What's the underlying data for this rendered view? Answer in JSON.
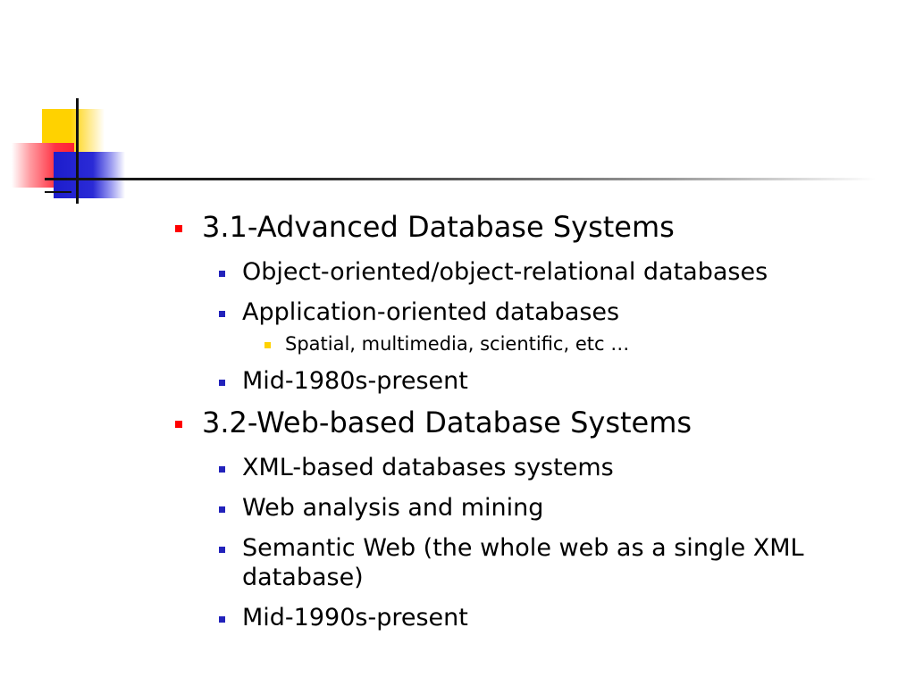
{
  "colors": {
    "level1_bullet": "#ff0000",
    "level2_bullet": "#2222bb",
    "level3_bullet": "#ffd200",
    "accent_yellow": "#ffd200",
    "accent_red": "#ff2233",
    "accent_blue": "#1d1dcc"
  },
  "sections": [
    {
      "title": "3.1-Advanced Database Systems",
      "items": [
        {
          "text": "Object-oriented/object-relational databases"
        },
        {
          "text": "Application-oriented databases",
          "subitems": [
            {
              "text": "Spatial, multimedia, scientific, etc …"
            }
          ]
        },
        {
          "text": "Mid-1980s-present"
        }
      ]
    },
    {
      "title": "3.2-Web-based Database Systems",
      "items": [
        {
          "text": "XML-based databases systems"
        },
        {
          "text": "Web analysis and mining"
        },
        {
          "text": "Semantic Web (the whole web as a single XML database)"
        },
        {
          "text": "Mid-1990s-present"
        }
      ]
    }
  ]
}
